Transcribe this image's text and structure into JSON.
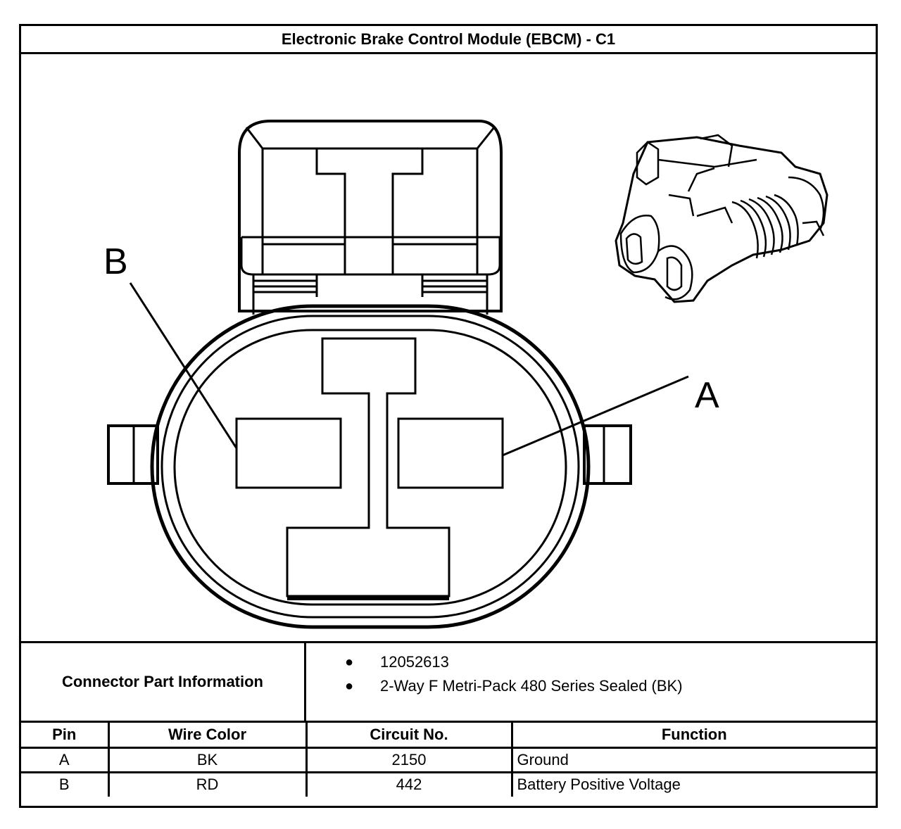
{
  "title": "Electronic Brake Control Module (EBCM) - C1",
  "diagram": {
    "callouts": [
      {
        "label": "B"
      },
      {
        "label": "A"
      }
    ]
  },
  "connector_info": {
    "label": "Connector Part Information",
    "items": [
      "12052613",
      "2-Way F Metri-Pack 480 Series Sealed (BK)"
    ]
  },
  "pin_table": {
    "headers": [
      "Pin",
      "Wire Color",
      "Circuit No.",
      "Function"
    ],
    "rows": [
      {
        "pin": "A",
        "wire_color": "BK",
        "circuit": "2150",
        "function": "Ground"
      },
      {
        "pin": "B",
        "wire_color": "RD",
        "circuit": "442",
        "function": "Battery Positive Voltage"
      }
    ]
  }
}
